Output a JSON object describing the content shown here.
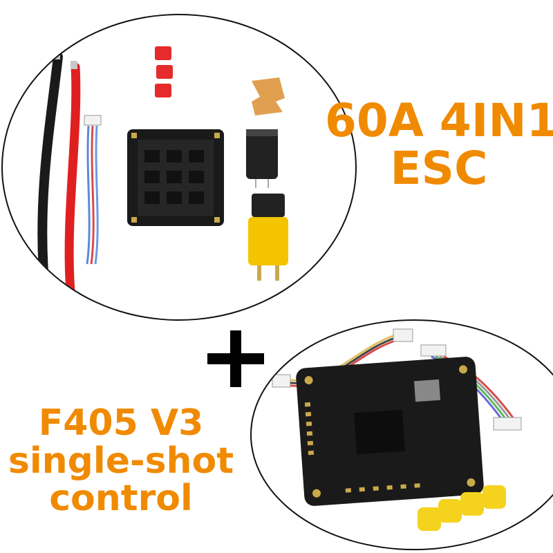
{
  "esc_caption": {
    "line1": "60A 4IN1",
    "line2": "ESC"
  },
  "fc_caption": {
    "line1": "F405 V3",
    "line2": "single-shot",
    "line3": "control"
  },
  "colors": {
    "accent": "#f08a00",
    "outline": "#111111",
    "pcb": "#1a1a1a",
    "connector_yellow": "#f5c400",
    "wire_red": "#e02020",
    "wire_black": "#1a1a1a"
  },
  "images": {
    "top": "esc-kit-photo",
    "bottom": "flight-controller-kit-photo"
  }
}
